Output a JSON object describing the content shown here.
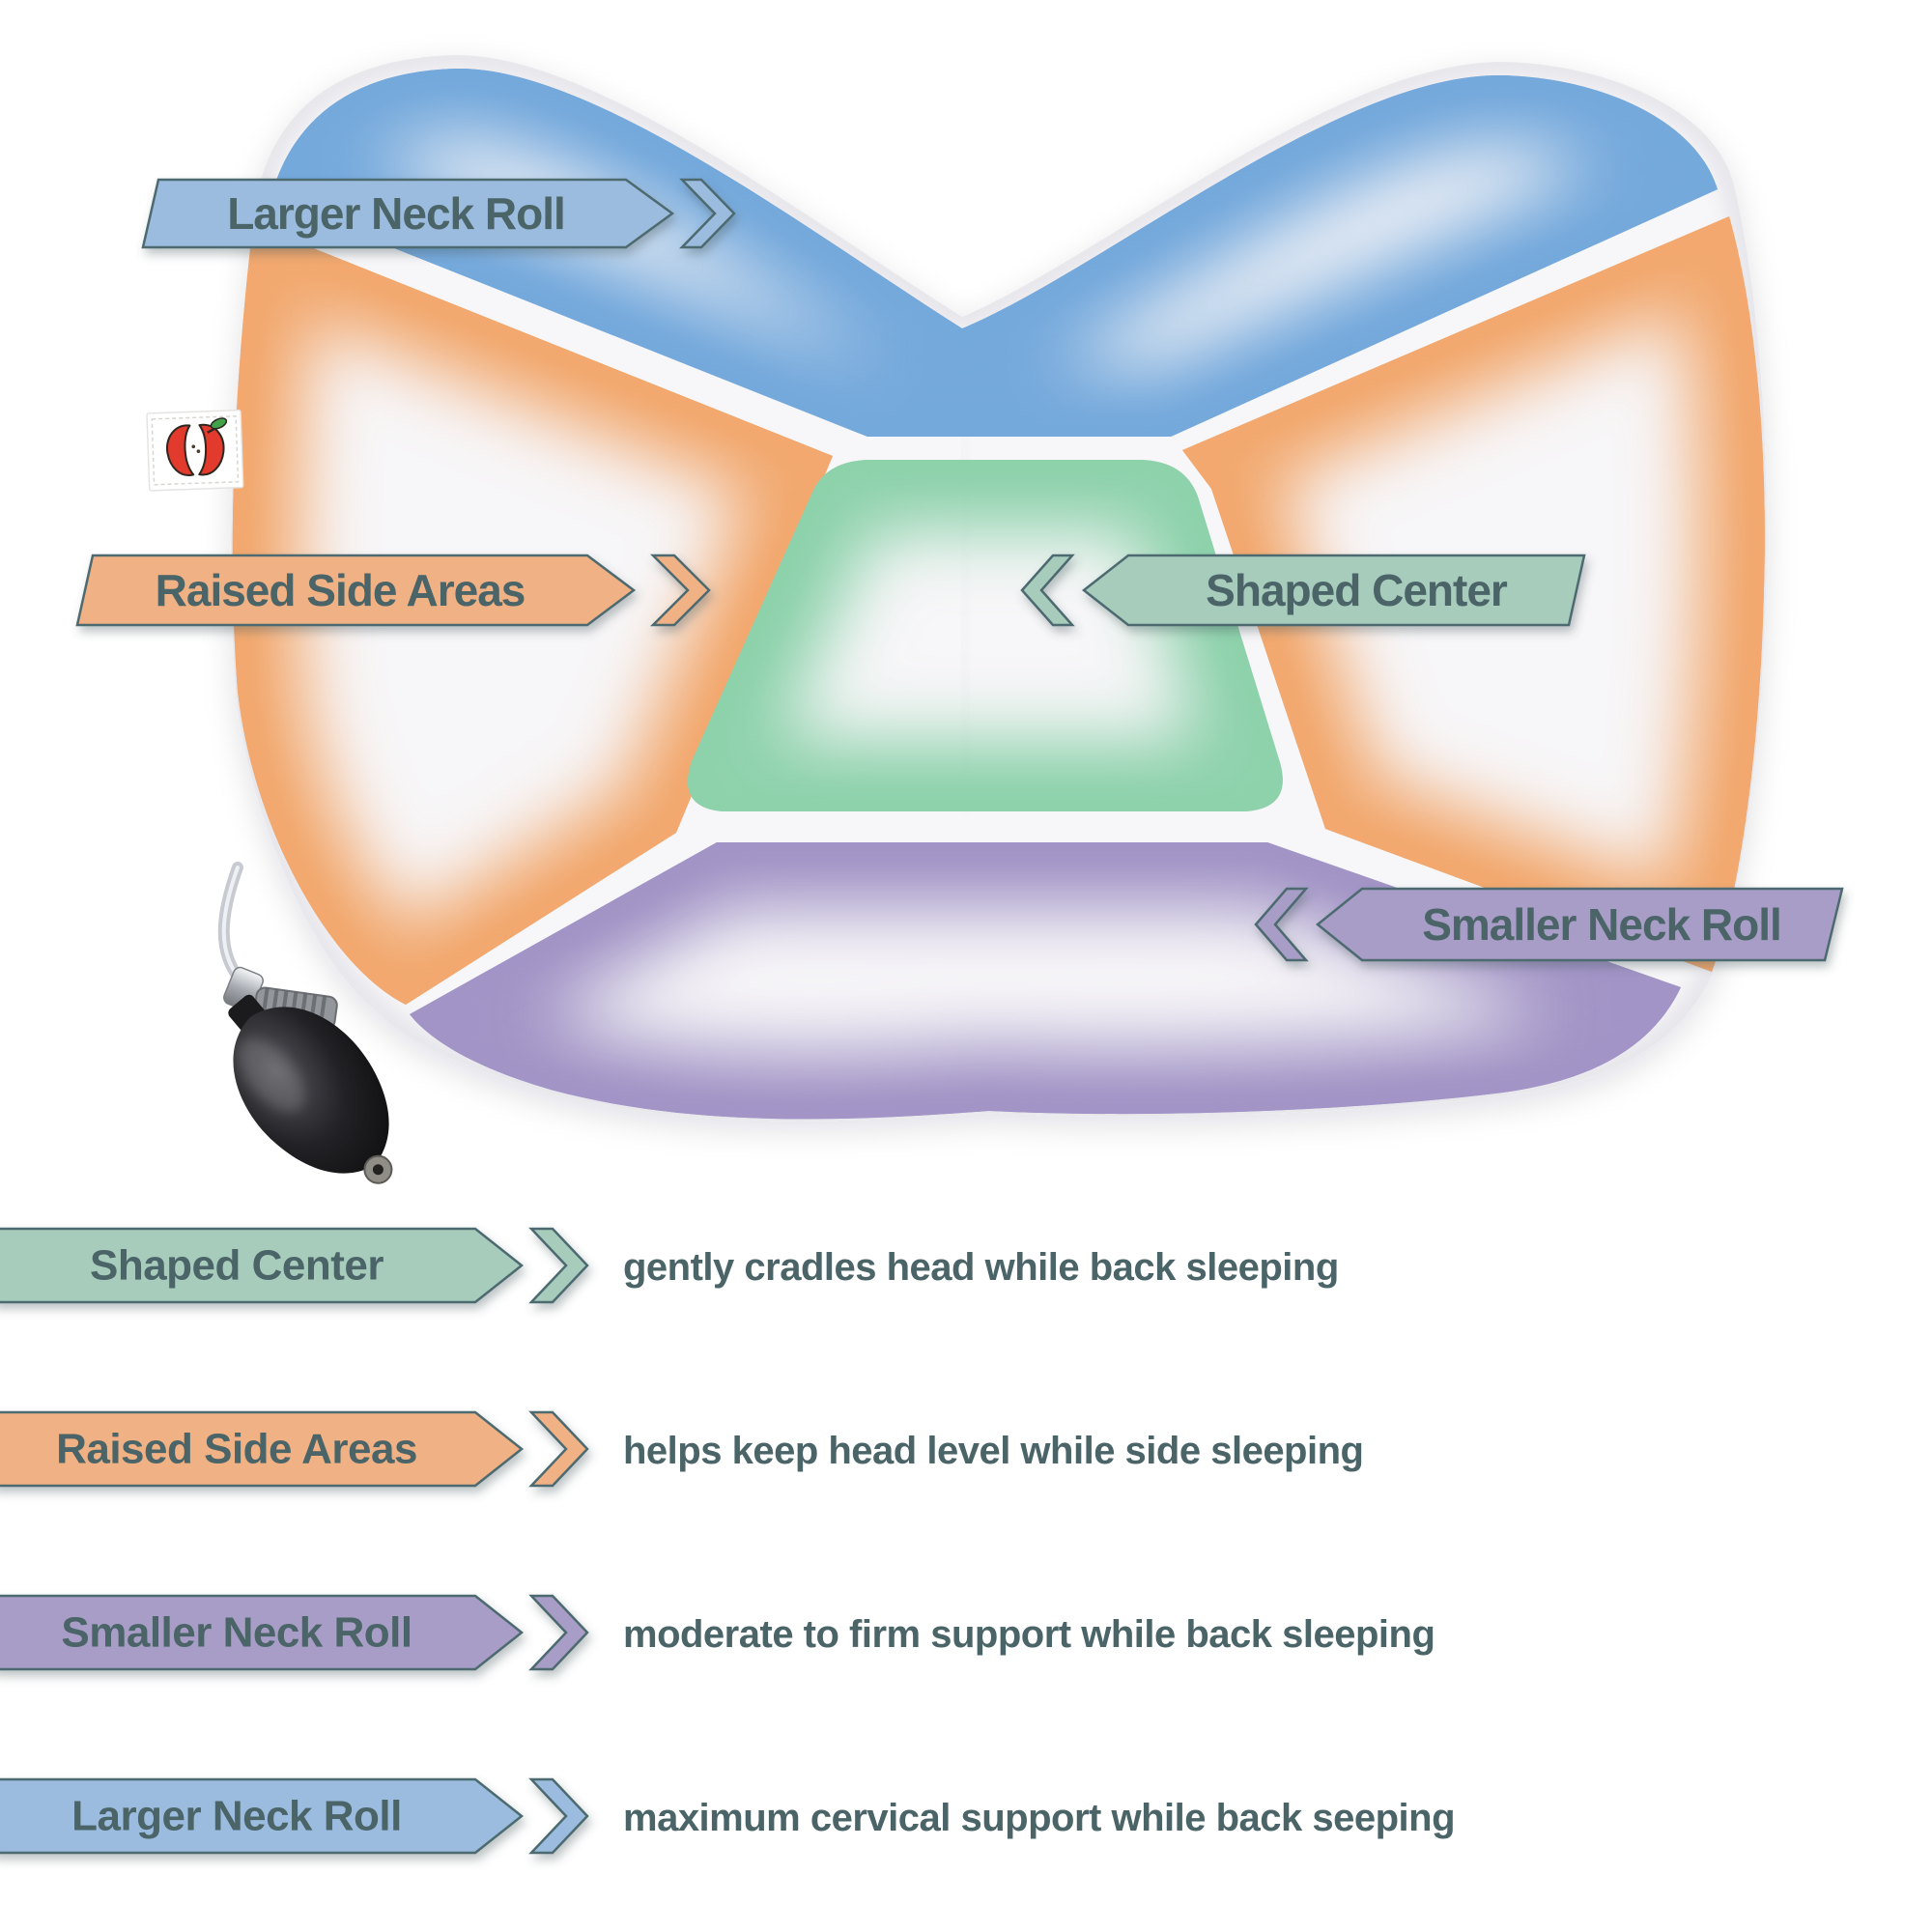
{
  "pillow_labels": [
    {
      "label": "Larger Neck Roll",
      "color": "#9bbcdf",
      "points": "right"
    },
    {
      "label": "Raised Side Areas",
      "color": "#f0b185",
      "points": "right"
    },
    {
      "label": "Shaped Center",
      "color": "#a7ccbc",
      "points": "left"
    },
    {
      "label": "Smaller Neck Roll",
      "color": "#a89dc6",
      "points": "left"
    }
  ],
  "legend": [
    {
      "label": "Shaped Center",
      "color": "#a7ccbc",
      "description": "gently cradles head while back sleeping"
    },
    {
      "label": "Raised Side Areas",
      "color": "#f0b185",
      "description": "helps keep head level while side sleeping"
    },
    {
      "label": "Smaller Neck Roll",
      "color": "#a89dc6",
      "description": "moderate to firm support while back sleeping"
    },
    {
      "label": "Larger Neck Roll",
      "color": "#9bbcdf",
      "description": "maximum cervical support while back seeping"
    }
  ],
  "zones": {
    "larger_neck_roll": "#74a9dc",
    "raised_side_areas": "#f2a86e",
    "shaped_center": "#8ed2ac",
    "smaller_neck_roll": "#a294c6",
    "pillow_base": "#f7f6f8"
  },
  "colors": {
    "label_text": "#4a6467",
    "banner_outline": "#4d6b70",
    "background": "#ffffff"
  },
  "brand_tag": {
    "icon": "apple-core-logo",
    "red": "#e23b2e",
    "green": "#42a24a"
  },
  "pump": {
    "icon": "inflation-bulb",
    "bulb_color": "#1b1b1d"
  }
}
